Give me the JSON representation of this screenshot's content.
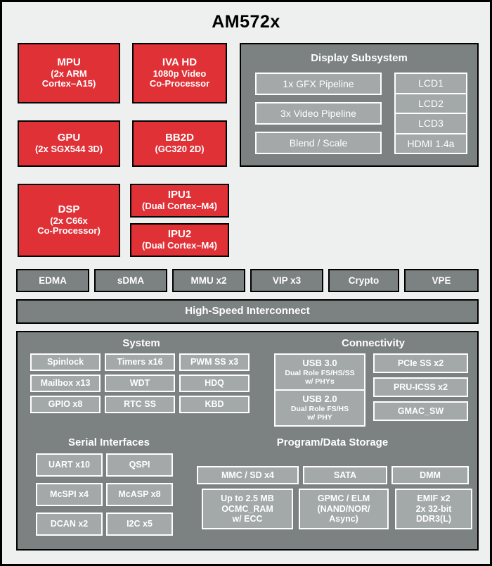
{
  "title": "AM572x",
  "colors": {
    "page_background": "#eef0f0",
    "core_red": "#e03137",
    "panel_gray": "#7c8181",
    "chip_gray": "#a3a8a8",
    "border_black": "#000000",
    "text_white": "#ffffff",
    "text_black": "#000000"
  },
  "cores": [
    {
      "name": "MPU",
      "lines": [
        "(2x ARM",
        "Cortex–A15)"
      ]
    },
    {
      "name": "IVA HD",
      "lines": [
        "1080p Video",
        "Co-Processor"
      ]
    },
    {
      "name": "GPU",
      "lines": [
        "(2x SGX544 3D)"
      ]
    },
    {
      "name": "BB2D",
      "lines": [
        "(GC320 2D)"
      ]
    },
    {
      "name": "DSP",
      "lines": [
        "(2x C66x",
        "Co-Processor)"
      ]
    },
    {
      "name": "IPU1",
      "lines": [
        "(Dual Cortex–M4)"
      ]
    },
    {
      "name": "IPU2",
      "lines": [
        "(Dual Cortex–M4)"
      ]
    }
  ],
  "display_subsystem": {
    "title": "Display Subsystem",
    "pipelines": [
      "1x GFX Pipeline",
      "3x Video Pipeline",
      "Blend / Scale"
    ],
    "outputs": [
      "LCD1",
      "LCD2",
      "LCD3",
      "HDMI 1.4a"
    ]
  },
  "peripheral_row": [
    "EDMA",
    "sDMA",
    "MMU x2",
    "VIP x3",
    "Crypto",
    "VPE"
  ],
  "interconnect": "High-Speed Interconnect",
  "system": {
    "title": "System",
    "items": [
      "Spinlock",
      "Timers x16",
      "PWM SS x3",
      "Mailbox x13",
      "WDT",
      "HDQ",
      "GPIO x8",
      "RTC SS",
      "KBD"
    ]
  },
  "connectivity": {
    "title": "Connectivity",
    "usb": [
      {
        "name": "USB 3.0",
        "lines": [
          "Dual Role FS/HS/SS",
          "w/ PHYs"
        ]
      },
      {
        "name": "USB 2.0",
        "lines": [
          "Dual Role FS/HS",
          "w/ PHY"
        ]
      }
    ],
    "items": [
      "PCIe SS x2",
      "PRU-ICSS x2",
      "GMAC_SW"
    ]
  },
  "serial_interfaces": {
    "title": "Serial Interfaces",
    "items": [
      "UART x10",
      "QSPI",
      "McSPI x4",
      "McASP x8",
      "DCAN x2",
      "I2C x5"
    ]
  },
  "storage": {
    "title": "Program/Data Storage",
    "row1": [
      "MMC / SD x4",
      "SATA",
      "DMM"
    ],
    "row2": [
      {
        "lines": [
          "Up to 2.5 MB",
          "OCMC_RAM",
          "w/ ECC"
        ]
      },
      {
        "lines": [
          "GPMC / ELM",
          "(NAND/NOR/",
          "Async)"
        ]
      },
      {
        "lines": [
          "EMIF x2",
          "2x 32-bit",
          "DDR3(L)"
        ]
      }
    ]
  }
}
